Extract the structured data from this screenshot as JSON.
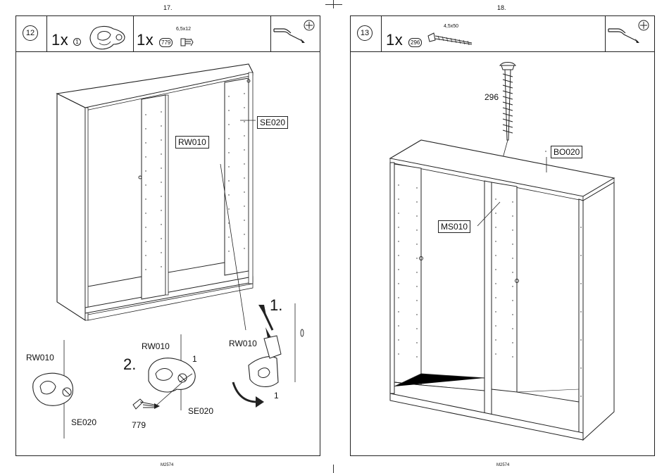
{
  "pages": [
    {
      "page_number": "17.",
      "step": "12",
      "parts": [
        {
          "quantity": "1x",
          "part_id": "1"
        },
        {
          "quantity": "1x",
          "part_id": "779",
          "spec": "6,5x12"
        }
      ],
      "labels": {
        "main_rw": "RW010",
        "main_se": "SE020",
        "mid_rw": "RW010",
        "step1": "1.",
        "clip_num": "1",
        "left_rw": "RW010",
        "left_se": "SE020",
        "step2": "2.",
        "center_rw": "RW010",
        "center_num": "1",
        "center_se": "SE020",
        "screw_num": "779"
      },
      "footer": "M2574"
    },
    {
      "page_number": "18.",
      "step": "13",
      "parts": [
        {
          "quantity": "1x",
          "part_id": "296",
          "spec": "4,5x50"
        }
      ],
      "labels": {
        "screw": "296",
        "top_board": "BO020",
        "divider": "MS010"
      },
      "footer": "M2574"
    }
  ],
  "icons": [
    "screwdriver-icon",
    "crosshead-icon",
    "cam-lock-icon",
    "screw-icon"
  ]
}
